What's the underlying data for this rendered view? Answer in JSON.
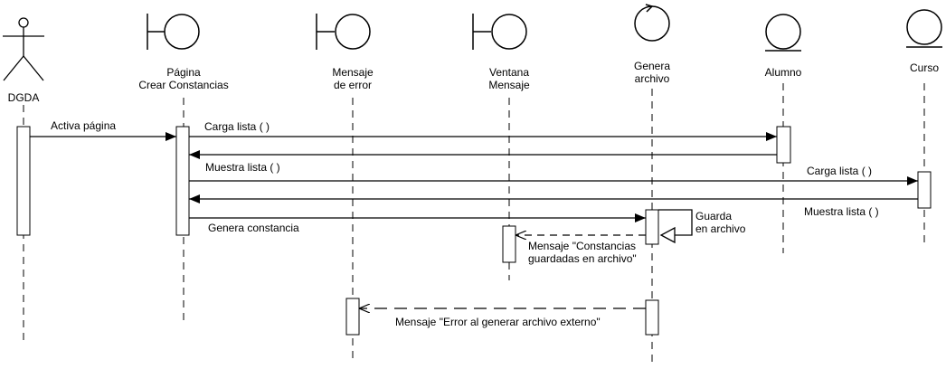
{
  "participants": [
    {
      "id": "dgda",
      "kind": "actor",
      "label": "DGDA"
    },
    {
      "id": "pagina",
      "kind": "boundary",
      "label": "Página\nCrear Constancias"
    },
    {
      "id": "error",
      "kind": "boundary",
      "label": "Mensaje\nde error"
    },
    {
      "id": "ventana",
      "kind": "boundary",
      "label": "Ventana\nMensaje"
    },
    {
      "id": "genera",
      "kind": "control",
      "label": "Genera\narchivo"
    },
    {
      "id": "alumno",
      "kind": "entity",
      "label": "Alumno"
    },
    {
      "id": "curso",
      "kind": "entity",
      "label": "Curso"
    }
  ],
  "messages": [
    {
      "id": "activa",
      "label": "Activa página",
      "from": "dgda",
      "to": "pagina",
      "style": "sync"
    },
    {
      "id": "carga1",
      "label": "Carga lista ( )",
      "from": "pagina",
      "to": "alumno",
      "style": "sync"
    },
    {
      "id": "muestra1",
      "label": "Muestra lista ( )",
      "from": "alumno",
      "to": "pagina",
      "style": "sync"
    },
    {
      "id": "carga2",
      "label": "Carga lista ( )",
      "from": "pagina",
      "to": "curso",
      "style": "sync"
    },
    {
      "id": "muestra2",
      "label": "Muestra lista ( )",
      "from": "curso",
      "to": "pagina",
      "style": "sync"
    },
    {
      "id": "genera_c",
      "label": "Genera constancia",
      "from": "pagina",
      "to": "genera",
      "style": "sync"
    },
    {
      "id": "guarda",
      "label": "Guarda\nen archivo",
      "from": "genera",
      "to": "genera",
      "style": "self"
    },
    {
      "id": "msg_ok",
      "label": "Mensaje \"Constancias\nguardadas en archivo\"",
      "from": "genera",
      "to": "ventana",
      "style": "return"
    },
    {
      "id": "msg_err",
      "label": "Mensaje \"Error al generar archivo externo\"",
      "from": "genera",
      "to": "error",
      "style": "return"
    }
  ]
}
